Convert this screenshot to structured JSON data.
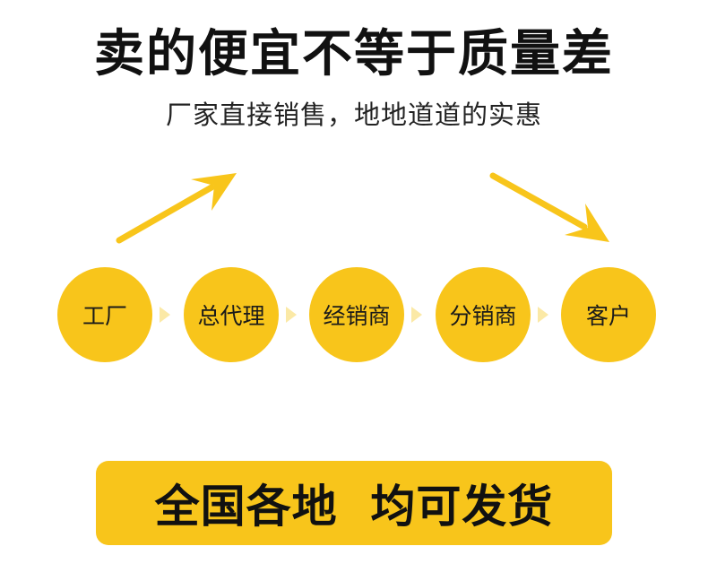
{
  "headline": {
    "title": "卖的便宜不等于质量差",
    "subtitle": "厂家直接销售，地地道道的实惠"
  },
  "flow": {
    "nodes": [
      "工厂",
      "总代理",
      "经销商",
      "分销商",
      "客户"
    ]
  },
  "banner": {
    "text": "全国各地  均可发货"
  },
  "colors": {
    "accent": "#f8c51b",
    "chevron": "#fbe9a6",
    "text_dark": "#111111"
  },
  "icons": {
    "rising_arrow": "arrow-up-right-icon",
    "falling_arrow": "arrow-down-right-icon",
    "step_separator": "chevron-right-icon"
  }
}
